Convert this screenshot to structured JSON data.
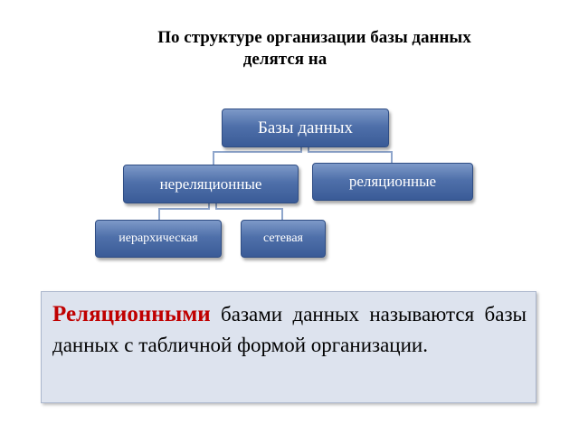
{
  "title": {
    "line1": "По структуре организации базы данных",
    "line2": "делятся на"
  },
  "diagram": {
    "root": "Базы данных",
    "relational": "реляционные",
    "nonrelational": "нереляционные",
    "hierarchical": "иерархическая",
    "network": "сетевая"
  },
  "definition": {
    "term": "Реляционными",
    "rest": " базами данных называются базы данных с табличной формой организации."
  },
  "colors": {
    "node_fill": "#4f70aa",
    "term_color": "#c00000",
    "box_fill": "#dde3ee"
  }
}
